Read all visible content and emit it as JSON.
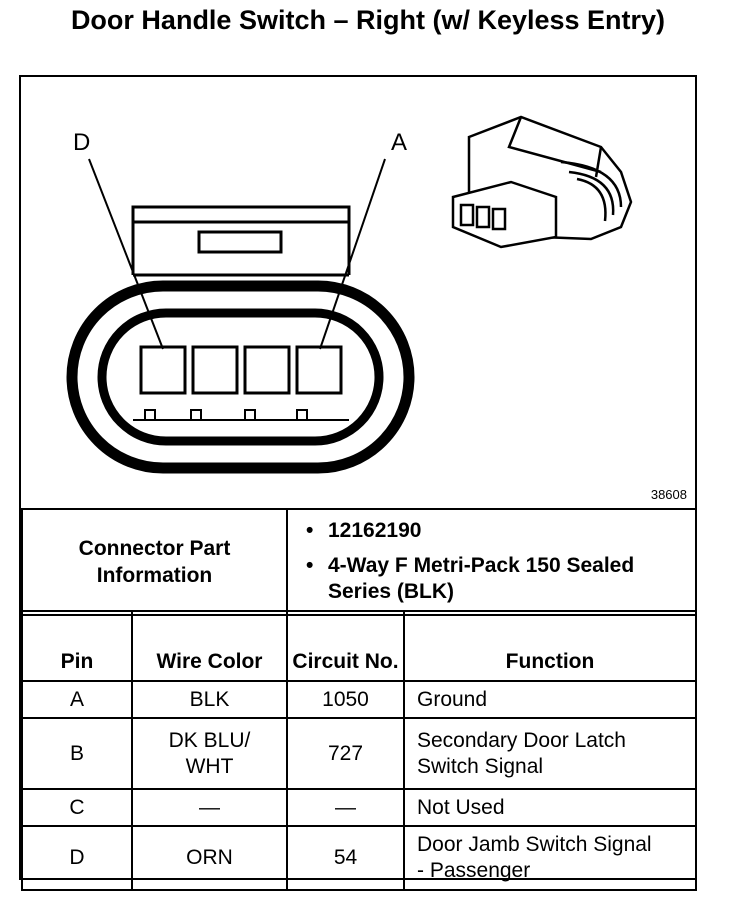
{
  "title": "Door Handle Switch – Right (w/ Keyless Entry)",
  "figure": {
    "pin_label_left": "D",
    "pin_label_right": "A",
    "figure_number": "38608"
  },
  "connector_info": {
    "label": "Connector Part Information",
    "items": [
      "12162190",
      "4-Way F Metri-Pack 150 Sealed Series (BLK)"
    ]
  },
  "pin_table": {
    "headers": {
      "pin": "Pin",
      "wire_color": "Wire Color",
      "circuit": "Circuit No.",
      "function": "Function"
    },
    "rows": [
      {
        "pin": "A",
        "wire_color": "BLK",
        "circuit": "1050",
        "function": "Ground"
      },
      {
        "pin": "B",
        "wire_color": "DK BLU/ WHT",
        "circuit": "727",
        "function": "Secondary Door Latch Switch Signal"
      },
      {
        "pin": "C",
        "wire_color": "—",
        "circuit": "—",
        "function": "Not Used"
      },
      {
        "pin": "D",
        "wire_color": "ORN",
        "circuit": "54",
        "function": "Door Jamb Switch Signal - Passenger"
      }
    ]
  }
}
